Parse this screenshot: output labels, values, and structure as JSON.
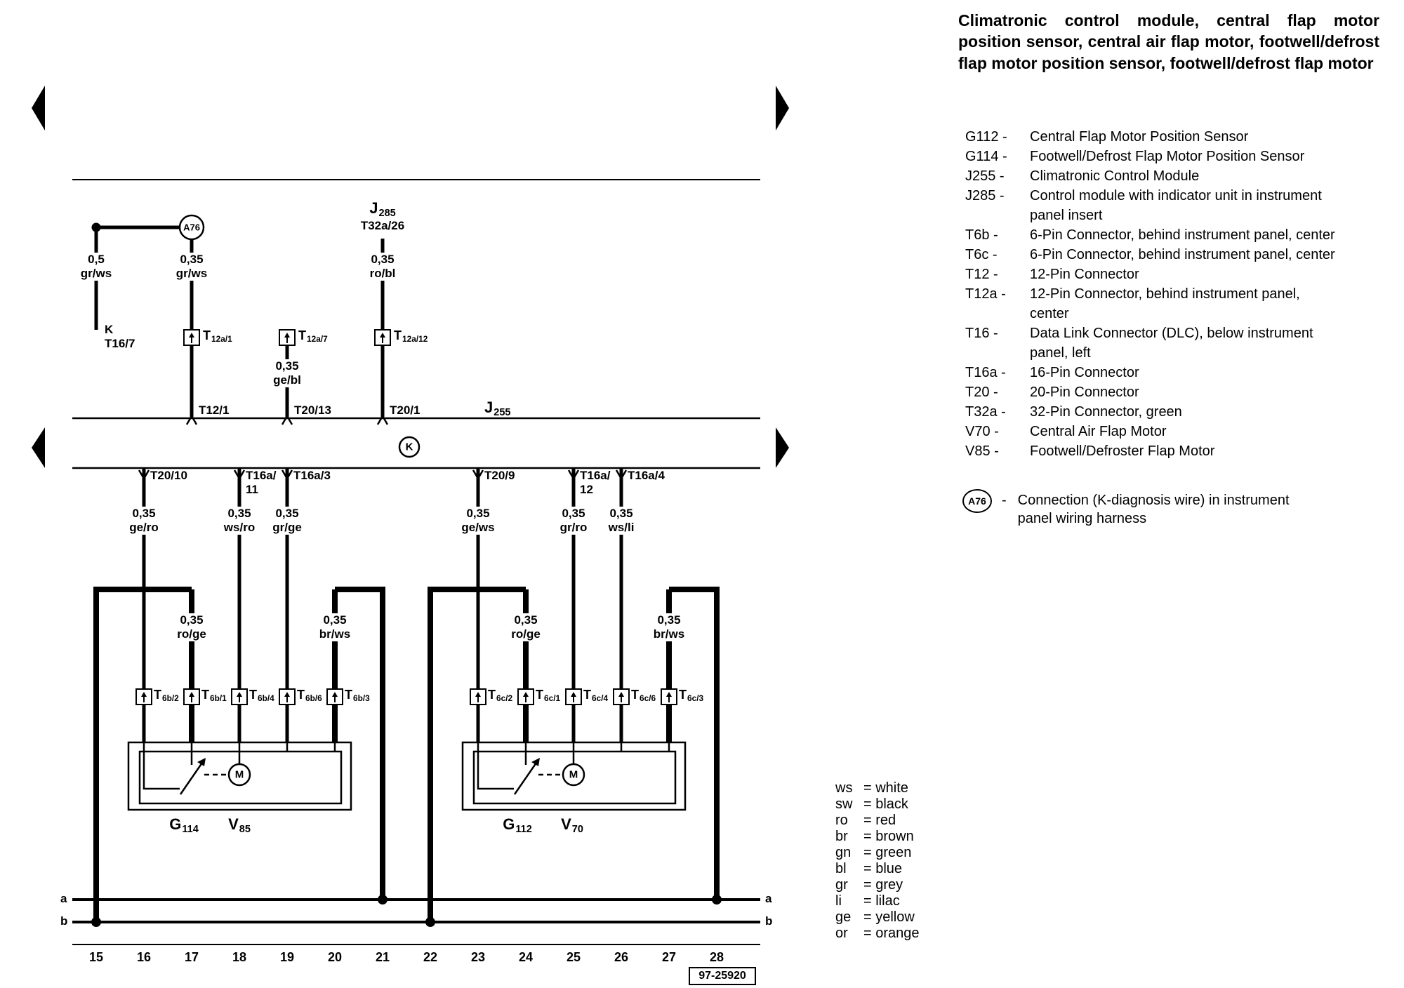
{
  "title": "Climatronic control module, central flap motor position sensor, central air flap motor, footwell/defrost flap motor position sensor, footwell/defrost flap motor",
  "legend": {
    "items": [
      {
        "code": "G112 -",
        "desc": "Central Flap Motor Position Sensor"
      },
      {
        "code": "G114 -",
        "desc": "Footwell/Defrost Flap Motor Position Sensor"
      },
      {
        "code": "J255 -",
        "desc": "Climatronic Control Module"
      },
      {
        "code": "J285 -",
        "desc": "Control module with indicator unit in instrument panel insert"
      },
      {
        "code": "T6b -",
        "desc": "6-Pin Connector, behind instrument panel, center"
      },
      {
        "code": "T6c -",
        "desc": "6-Pin Connector, behind instrument panel, center"
      },
      {
        "code": "T12 -",
        "desc": "12-Pin Connector"
      },
      {
        "code": "T12a -",
        "desc": "12-Pin Connector, behind instrument panel, center"
      },
      {
        "code": "T16 -",
        "desc": "Data Link Connector (DLC), below instrument panel, left"
      },
      {
        "code": "T16a -",
        "desc": "16-Pin Connector"
      },
      {
        "code": "T20 -",
        "desc": "20-Pin Connector"
      },
      {
        "code": "T32a -",
        "desc": "32-Pin Connector, green"
      },
      {
        "code": "V70 -",
        "desc": "Central Air Flap Motor"
      },
      {
        "code": "V85 -",
        "desc": "Footwell/Defroster Flap Motor"
      }
    ],
    "a76": {
      "code": "A76",
      "dash": "-",
      "desc": "Connection (K-diagnosis wire) in instrument panel wiring harness"
    }
  },
  "color_key": [
    {
      "abbr": "ws",
      "value": "= white"
    },
    {
      "abbr": "sw",
      "value": "= black"
    },
    {
      "abbr": "ro",
      "value": "= red"
    },
    {
      "abbr": "br",
      "value": "= brown"
    },
    {
      "abbr": "gn",
      "value": "= green"
    },
    {
      "abbr": "bl",
      "value": "= blue"
    },
    {
      "abbr": "gr",
      "value": "= grey"
    },
    {
      "abbr": "li",
      "value": "= lilac"
    },
    {
      "abbr": "ge",
      "value": "= yellow"
    },
    {
      "abbr": "or",
      "value": "= orange"
    }
  ],
  "diagram": {
    "a76_label": "A76",
    "k_node": "K",
    "k_dest": "K\nT16/7",
    "motor_letter": "M",
    "rail_a": "a",
    "rail_b": "b",
    "j285": {
      "main": "J",
      "sub": "285",
      "pin": "T32a/26"
    },
    "j255": {
      "main": "J",
      "sub": "255"
    },
    "wire_specs": {
      "w_k": "0,5\ngr/ws",
      "w_grws": "0,35\ngr/ws",
      "w_robl": "0,35\nro/bl",
      "w_gebl": "0,35\nge/bl",
      "w_gero": "0,35\nge/ro",
      "w_wsro": "0,35\nws/ro",
      "w_grge": "0,35\ngr/ge",
      "w_gews": "0,35\nge/ws",
      "w_grro": "0,35\ngr/ro",
      "w_wsli": "0,35\nws/li",
      "w_roge_l": "0,35\nro/ge",
      "w_brws_l": "0,35\nbr/ws",
      "w_roge_r": "0,35\nro/ge",
      "w_brws_r": "0,35\nbr/ws"
    },
    "connectors_row1": [
      {
        "main": "T",
        "sub": "12a/1"
      },
      {
        "main": "T",
        "sub": "12a/7"
      },
      {
        "main": "T",
        "sub": "12a/12"
      }
    ],
    "pins_top": [
      "T12/1",
      "T20/13",
      "T20/1"
    ],
    "pins_mid": [
      "T20/10",
      "T16a/\n11",
      "T16a/3",
      "T20/9",
      "T16a/\n12",
      "T16a/4"
    ],
    "connectors_row2": [
      {
        "main": "T",
        "sub": "6b/2"
      },
      {
        "main": "T",
        "sub": "6b/1"
      },
      {
        "main": "T",
        "sub": "6b/4"
      },
      {
        "main": "T",
        "sub": "6b/6"
      },
      {
        "main": "T",
        "sub": "6b/3"
      },
      {
        "main": "T",
        "sub": "6c/2"
      },
      {
        "main": "T",
        "sub": "6c/1"
      },
      {
        "main": "T",
        "sub": "6c/4"
      },
      {
        "main": "T",
        "sub": "6c/6"
      },
      {
        "main": "T",
        "sub": "6c/3"
      }
    ],
    "components": [
      {
        "main": "G",
        "sub": "114"
      },
      {
        "main": "V",
        "sub": "85"
      },
      {
        "main": "G",
        "sub": "112"
      },
      {
        "main": "V",
        "sub": "70"
      }
    ],
    "tracks": [
      "15",
      "16",
      "17",
      "18",
      "19",
      "20",
      "21",
      "22",
      "23",
      "24",
      "25",
      "26",
      "27",
      "28"
    ],
    "doc_number": "97-25920"
  }
}
